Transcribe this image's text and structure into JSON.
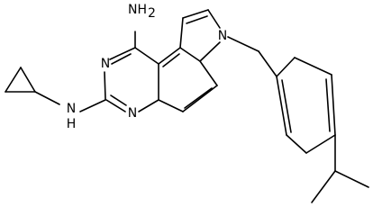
{
  "molecule": {
    "atom_labels": {
      "amine_top": "NH",
      "amine_top_sub": "2",
      "pyrimidine_n_upper": "N",
      "pyrimidine_n_lower": "N",
      "amino_nh": "N",
      "amino_h": "H",
      "pyrrole_n": "N"
    },
    "colors": {
      "bonds": "#000000",
      "labels": "#000000",
      "background": "#ffffff"
    }
  }
}
